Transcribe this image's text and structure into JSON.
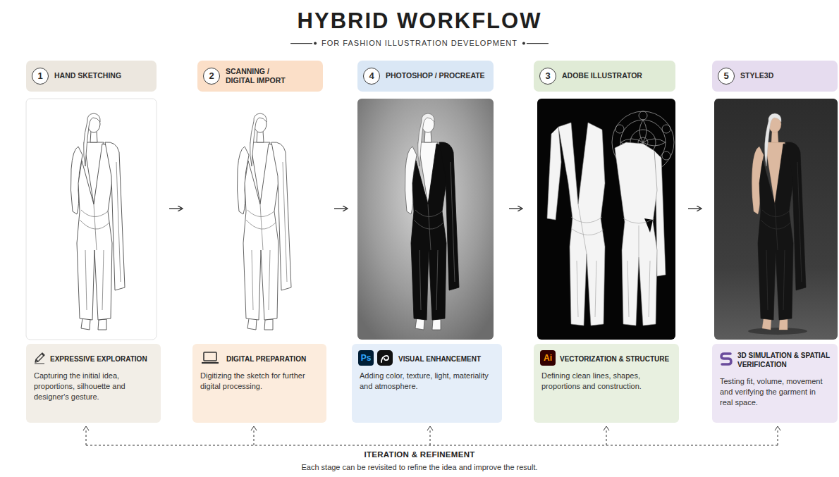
{
  "diagram": {
    "title": "HYBRID WORKFLOW",
    "nodes": [
      {
        "text": [
          "HAND SKETCHING"
        ]
      },
      {
        "text": [
          "1"
        ],
        "in": 0
      },
      {
        "text": [
          "SCANNING / DIGITAL IMPORT"
        ]
      },
      {
        "text": [
          "2"
        ],
        "in": 2
      },
      {
        "text": [
          "PHOTOSHOP / PROCREATE"
        ]
      },
      {
        "text": [
          "4"
        ],
        "in": 4
      },
      {
        "text": [
          "ADOBE ILLUSTRATOR"
        ]
      },
      {
        "text": [
          "3"
        ],
        "in": 6
      },
      {
        "text": [
          "STYLE3D"
        ]
      },
      {
        "text": [
          "5"
        ],
        "in": 8
      },
      {
        "text": [
          "EXPRESSIVE EXPLORATION",
          "Capturing the initial idea, proportions, silhouette and designer's gesture."
        ]
      },
      {
        "text": [
          "DIGITAL PREPARATION",
          "Digitizing the sketch for further digital processing."
        ]
      },
      {
        "text": [
          "VISUAL ENHANCEMENT",
          "Adding color, texture, light, materiality and atmosphere."
        ]
      },
      {
        "text": [
          "Ps"
        ],
        "in": 12
      },
      {
        "text": [
          "VECTORIZATION & STRUCTURE",
          "Defining clean lines, shapes, proportions and construction."
        ]
      },
      {
        "text": [
          "Ai"
        ],
        "in": 14
      },
      {
        "text": [
          "3D SIMULATION & SPATIAL VERIFICATION",
          "Testing fit, volume, movement and verifying the garment in real space."
        ]
      }
    ],
    "labels": [
      "FOR FASHION ILLUSTRATION DEVELOPMENT",
      "ITERATION & REFINEMENT",
      "Each stage can be revisited to refine the idea and improve the result."
    ]
  }
}
